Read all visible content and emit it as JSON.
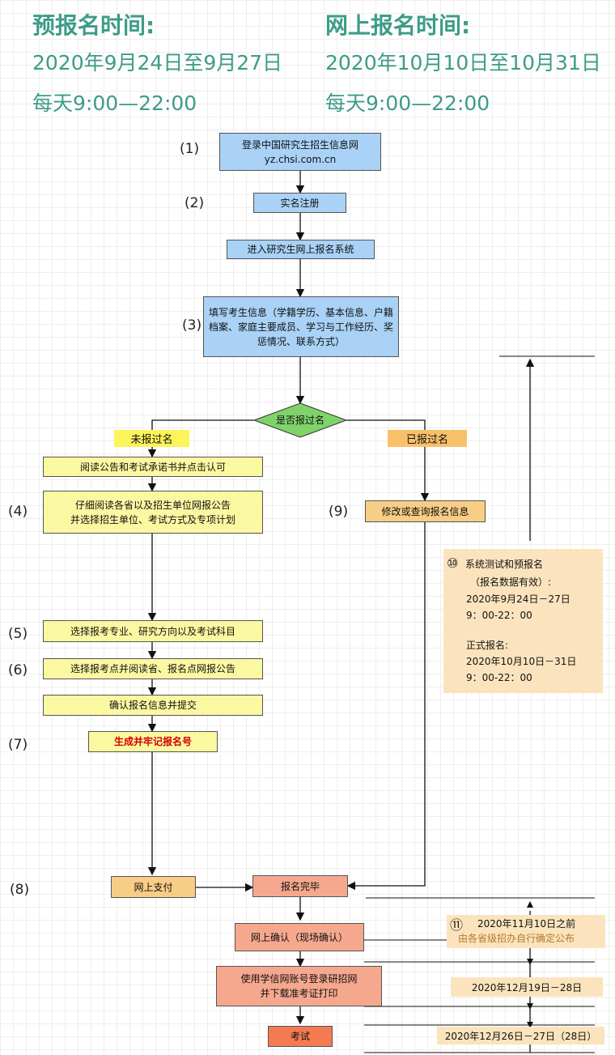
{
  "header": {
    "pre_title": "预报名时间:",
    "pre_dates": "2020年9月24日至9月27日",
    "pre_hours": "每天9:00—22:00",
    "online_title": "网上报名时间:",
    "online_dates": "2020年10月10日至10月31日",
    "online_hours": "每天9:00—22:00"
  },
  "steps": {
    "s1": "(1)",
    "s2": "(2)",
    "s3": "(3)",
    "s4": "(4)",
    "s5": "(5)",
    "s6": "(6)",
    "s7": "(7)",
    "s8": "(8)",
    "s9": "(9)"
  },
  "boxes": {
    "login": "登录中国研究生招生信息网\nyz.chsi.com.cn",
    "realname": "实名注册",
    "enter_system": "进入研究生网上报名系统",
    "fill_info": "填写考生信息（学籍学历、基本信息、户籍档案、家庭主要成员、学习与工作经历、奖惩情况、联系方式）",
    "decision": "是否报过名",
    "not_registered": "未报过名",
    "registered": "已报过名",
    "read_notice": "阅读公告和考试承诺书并点击认可",
    "read_province": "仔细阅读各省以及招生单位网报公告\n并选择招生单位、考试方式及专项计划",
    "modify_info": "修改或查询报名信息",
    "choose_major": "选择报考专业、研究方向以及考试科目",
    "choose_site": "选择报考点并阅读省、报名点网报公告",
    "confirm_submit": "确认报名信息并提交",
    "generate_number": "生成并牢记报名号",
    "online_pay": "网上支付",
    "complete": "报名完毕",
    "online_confirm": "网上确认（现场确认）",
    "download_ticket": "使用学信网账号登录研招网\n并下载准考证打印",
    "exam": "考试"
  },
  "notes": {
    "note10_num": "⑩",
    "note10_l1": "系统测试和预报名",
    "note10_l2": "（报名数据有效）:",
    "note10_l3": "2020年9月24日－27日",
    "note10_l4": "9：00-22：00",
    "note10_l5": "正式报名:",
    "note10_l6": "2020年10月10日－31日",
    "note10_l7": "9：00-22：00",
    "note11_num": "⑪",
    "note11_l1": "2020年11月10日之前",
    "note11_l2": "由各省级招办自行确定公布",
    "date_print": "2020年12月19日－28日",
    "date_exam": "2020年12月26日－27日（28日）"
  },
  "colors": {
    "header_green": "#3c9c87",
    "blue_box": "#a9d2f6",
    "yellow_box": "#fbf8a2",
    "orange_box": "#f8cd86",
    "salmon_box": "#f5a88e",
    "decision_green": "#7fd36a",
    "note_bg": "#fbe4bd"
  }
}
